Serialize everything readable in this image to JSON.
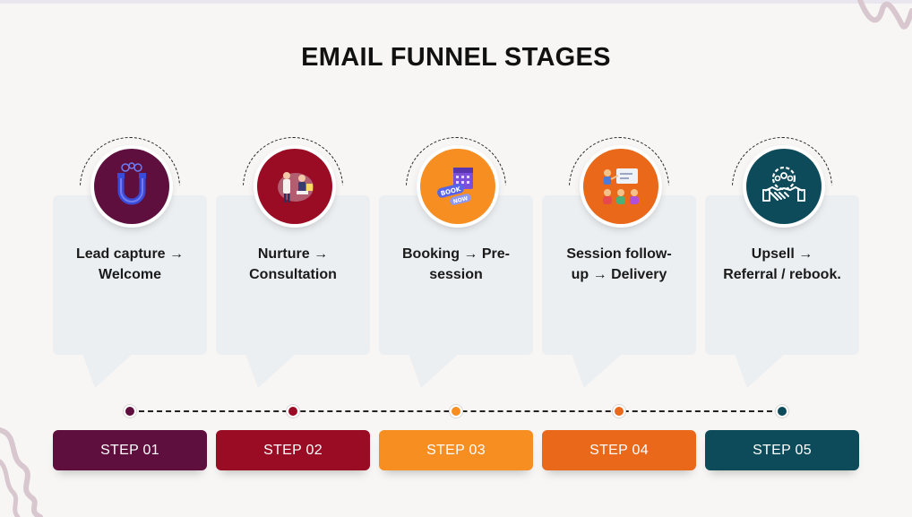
{
  "title": "EMAIL FUNNEL STAGES",
  "stages": [
    {
      "step": "STEP 01",
      "text": "Lead capture → Welcome",
      "color": "#5e0f3d",
      "icon": "magnet-icon"
    },
    {
      "step": "STEP 02",
      "text": "Nurture → Consultation",
      "color": "#9a0b24",
      "icon": "consultation-people-icon"
    },
    {
      "step": "STEP 03",
      "text": "Booking → Pre-session",
      "color": "#f78e22",
      "icon": "book-now-calendar-icon"
    },
    {
      "step": "STEP 04",
      "text": "Session follow-up → Delivery",
      "color": "#e9681a",
      "icon": "presentation-team-icon"
    },
    {
      "step": "STEP 05",
      "text": "Upsell → Referral / rebook.",
      "color": "#0e4b5a",
      "icon": "handshake-gear-icon"
    }
  ],
  "colors": {
    "card_bg": "#eceff2",
    "decor": "#d9c7cf"
  }
}
